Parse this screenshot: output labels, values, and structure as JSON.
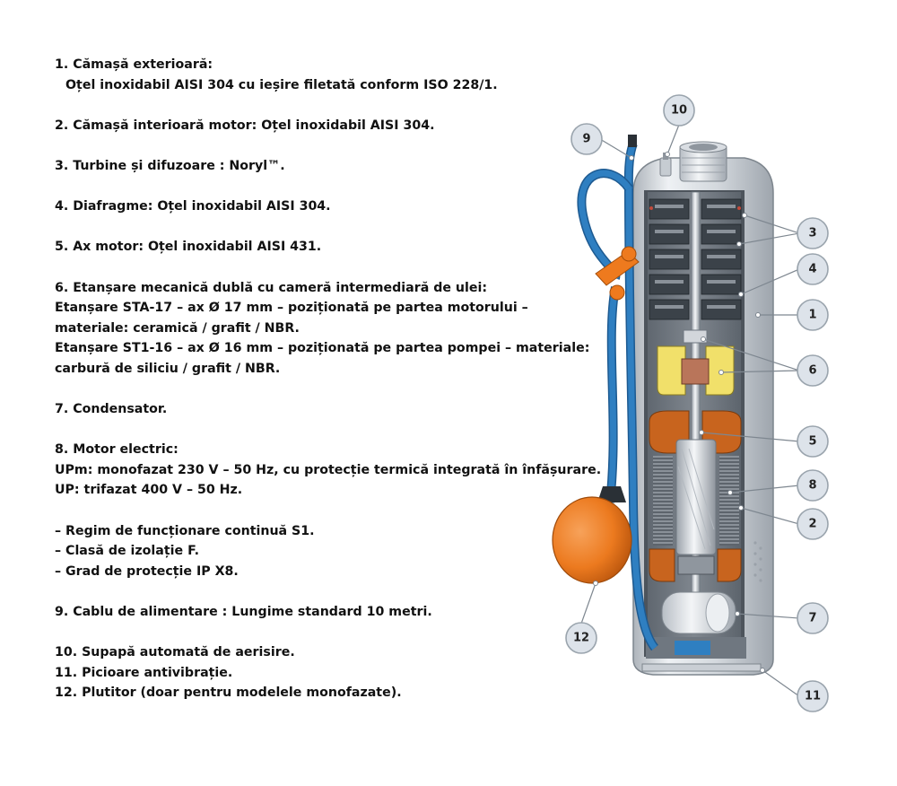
{
  "specs": {
    "item1_title": "1. Cămașă exterioară:",
    "item1_detail": "Oțel inoxidabil AISI 304 cu ieșire filetată conform ISO 228/1.",
    "item2": "2. Cămașă interioară motor:   Oțel inoxidabil AISI 304.",
    "item3": "3. Turbine și difuzoare :   Noryl™.",
    "item4": "4. Diafragme:   Oțel inoxidabil AISI 304.",
    "item5": "5. Ax motor:   Oțel inoxidabil AISI 431.",
    "item6_title": "6. Etanșare mecanică dublă cu cameră intermediară de ulei:",
    "item6_line1": "Etanșare STA-17 – ax Ø 17 mm – poziționată pe partea motorului –",
    "item6_line2": "materiale: ceramică / grafit / NBR.",
    "item6_line3": "Etanșare ST1-16 – ax Ø 16 mm – poziționată pe partea pompei – materiale:",
    "item6_line4": "carbură de siliciu / grafit / NBR.",
    "item7": "7. Condensator.",
    "item8_title": "8. Motor electric:",
    "item8_line1": "UPm: monofazat 230 V – 50 Hz, cu protecție termică integrată în înfășurare.",
    "item8_line2": "UP: trifazat 400 V – 50 Hz.",
    "regime": "– Regim de funcționare continuă S1.",
    "insulation": "– Clasă de izolație F.",
    "protection": "– Grad de protecție IP X8.",
    "item9": "9. Cablu de alimentare : Lungime standard 10 metri.",
    "item10": "10. Supapă automată de aerisire.",
    "item11": "11. Picioare antivibrație.",
    "item12": "12. Plutitor (doar pentru modelele monofazate)."
  },
  "callouts": {
    "c1": "1",
    "c2": "2",
    "c3": "3",
    "c4": "4",
    "c5": "5",
    "c6": "6",
    "c7": "7",
    "c8": "8",
    "c9": "9",
    "c10": "10",
    "c11": "11",
    "c12": "12"
  },
  "colors": {
    "cable": "#2f7fc1",
    "float": "#ee7a1e",
    "yellow_seal": "#f1e06a",
    "copper": "#c8641e",
    "steel": "#c9ced4"
  }
}
